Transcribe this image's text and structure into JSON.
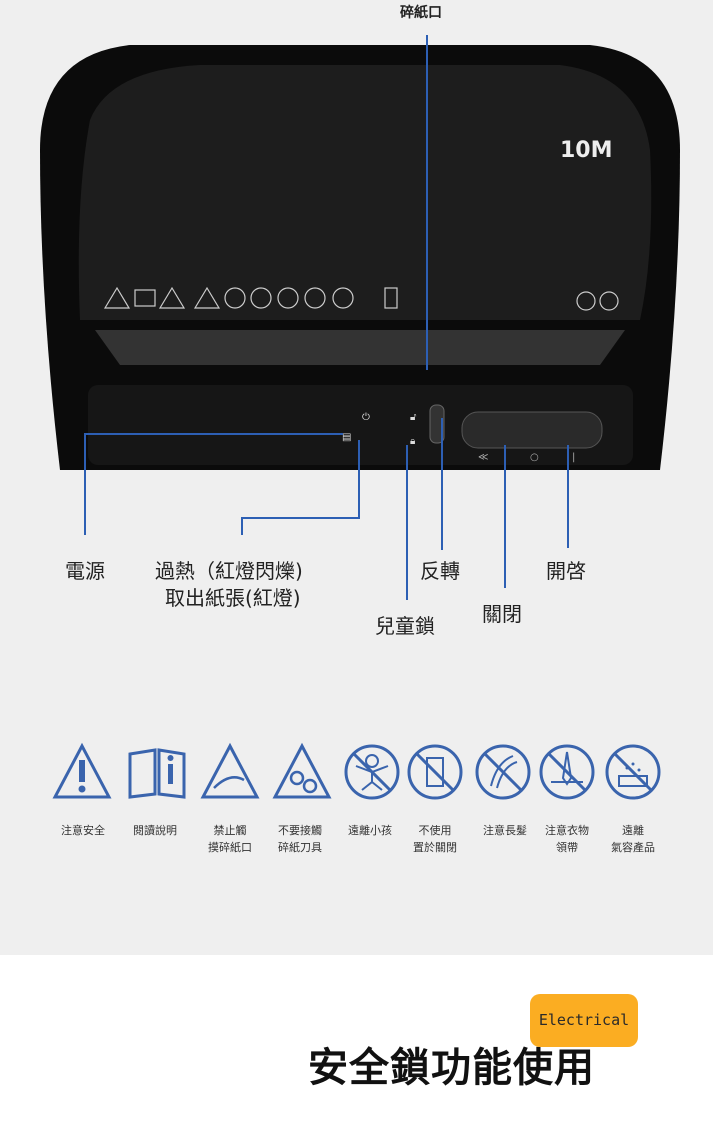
{
  "product": {
    "model_badge": "10M"
  },
  "callouts": {
    "paper_slot": "碎紙口",
    "power": "電源",
    "overheat_line1": "過熱（紅燈閃爍)",
    "overheat_line2": "取出紙張(紅燈)",
    "reverse": "反轉",
    "child_lock": "兒童鎖",
    "off": "關閉",
    "on": "開啓"
  },
  "switch_marks": [
    "≪",
    "○",
    "|"
  ],
  "safety_icons": [
    {
      "icon": "warning-icon",
      "label": [
        "注意安全"
      ]
    },
    {
      "icon": "read-manual-icon",
      "label": [
        "閱讀說明"
      ]
    },
    {
      "icon": "no-touch-slot-icon",
      "label": [
        "禁止觸",
        "摸碎紙口"
      ]
    },
    {
      "icon": "blades-icon",
      "label": [
        "不要接觸",
        "碎紙刀具"
      ]
    },
    {
      "icon": "keep-from-children-icon",
      "label": [
        "遠離小孩"
      ]
    },
    {
      "icon": "switch-off-when-unused-icon",
      "label": [
        "不使用",
        "置於關閉"
      ]
    },
    {
      "icon": "long-hair-icon",
      "label": [
        "注意長髮"
      ]
    },
    {
      "icon": "tie-icon",
      "label": [
        "注意衣物",
        "領帶"
      ]
    },
    {
      "icon": "aerosol-icon",
      "label": [
        "遠離",
        "氣容產品"
      ]
    }
  ],
  "footer": {
    "title": "安全鎖功能使用",
    "badge": "Electrical"
  },
  "colors": {
    "line": "#2d5fb4",
    "icon": "#3a64ad",
    "badge": "#fbaa1a"
  }
}
